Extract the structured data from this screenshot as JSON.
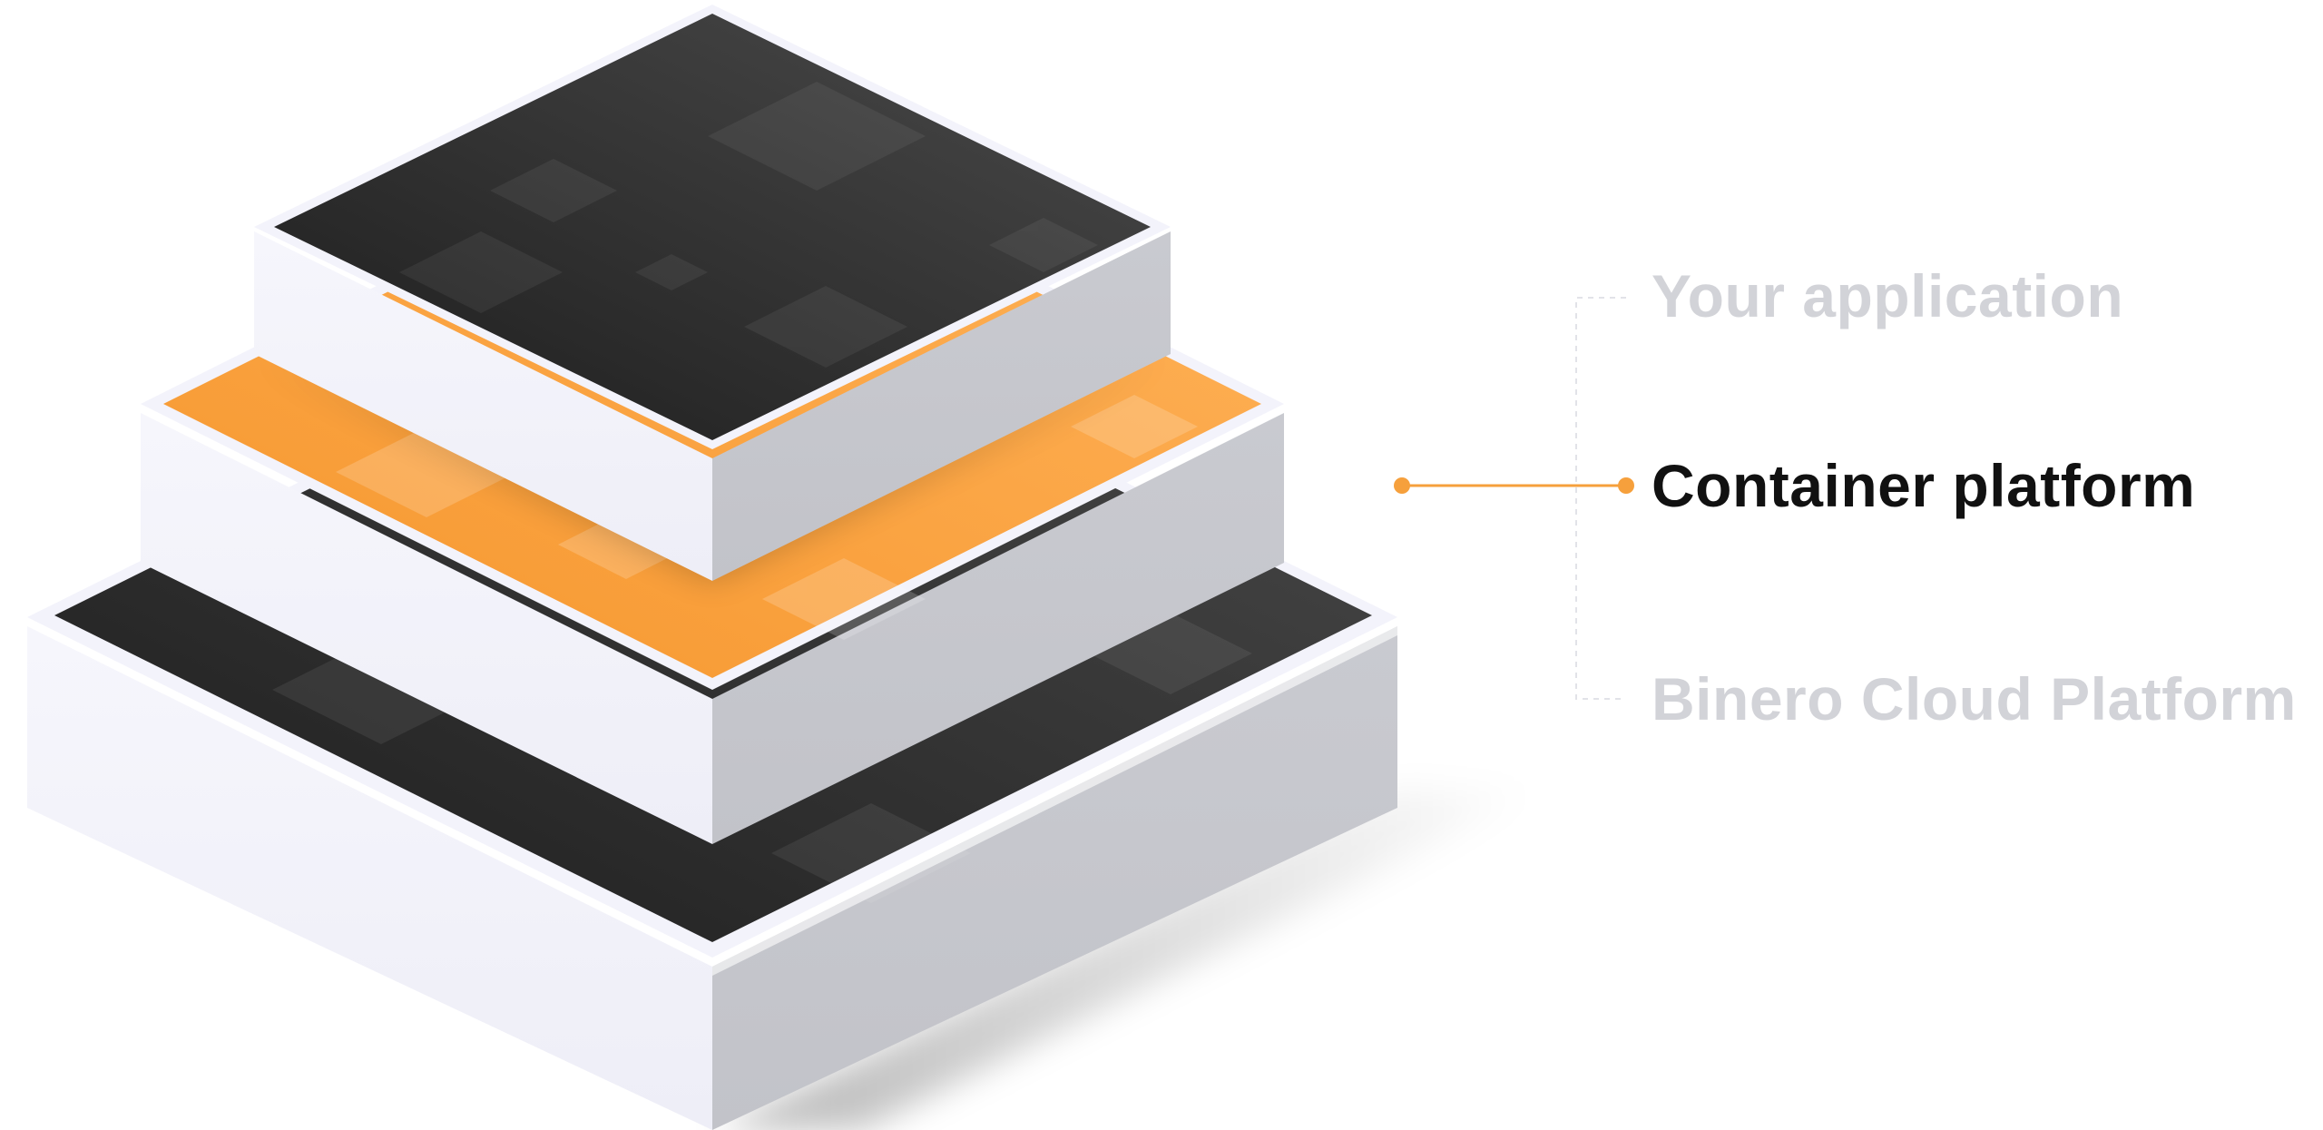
{
  "diagram": {
    "layers": [
      {
        "id": "top",
        "label": "Your application",
        "state": "inactive",
        "surface": "dark"
      },
      {
        "id": "middle",
        "label": "Container platform",
        "state": "active",
        "surface": "orange"
      },
      {
        "id": "bottom",
        "label": "Binero Cloud Platform",
        "state": "inactive",
        "surface": "dark"
      }
    ],
    "active_layer": "middle"
  },
  "colors": {
    "accent": "#F6A03C",
    "dark_surface": "#2a2a2a",
    "side_light": "#f3f3fa",
    "side_dark": "#c5c6cc",
    "inactive_text": "#d2d3d8",
    "active_text": "#111111"
  }
}
